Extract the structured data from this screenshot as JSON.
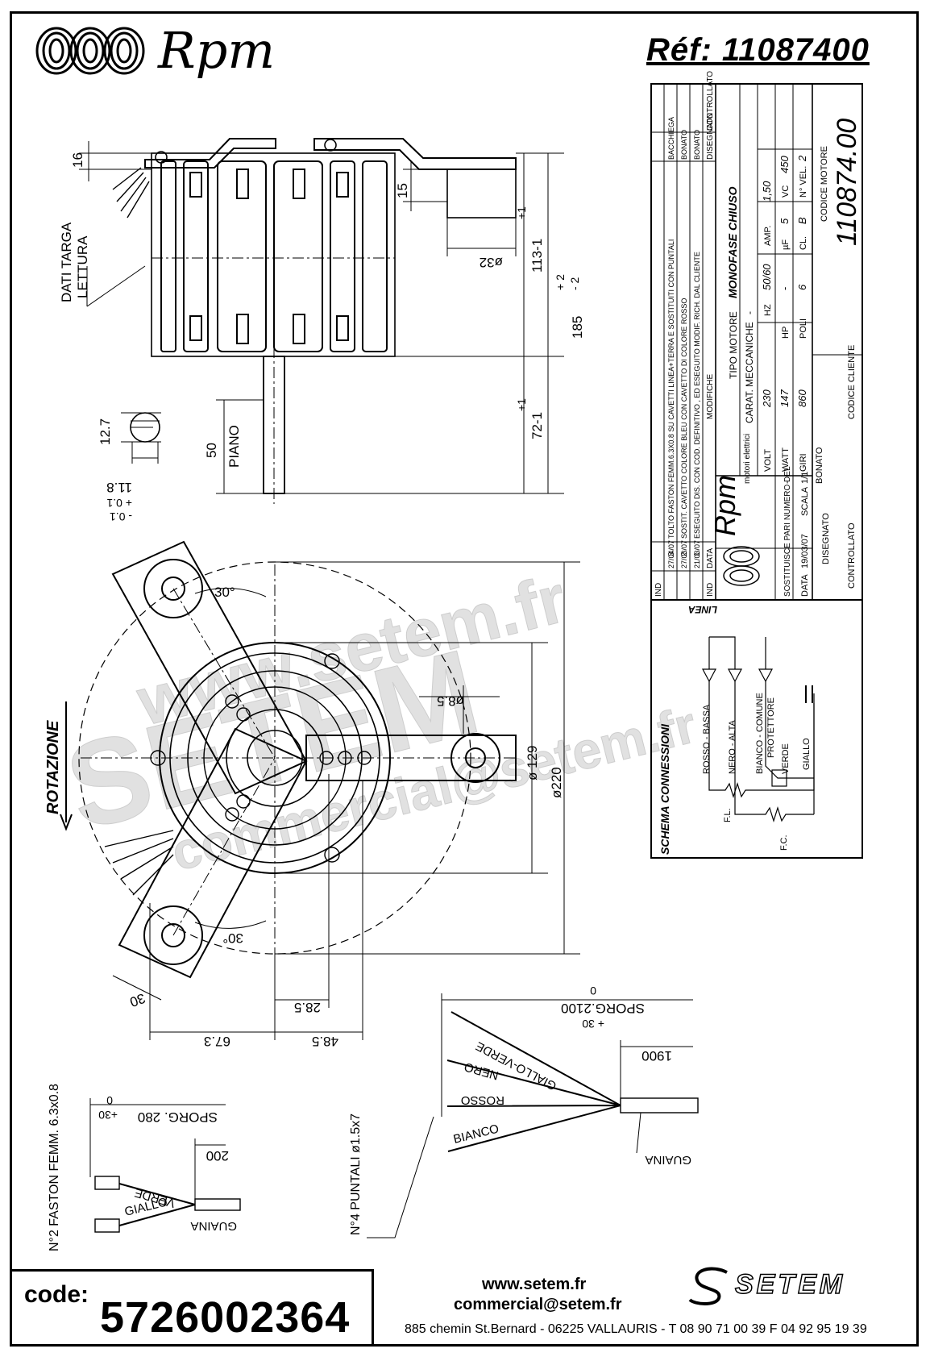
{
  "header": {
    "brand": "Rpm",
    "reference": "Réf:  11087400"
  },
  "drawing": {
    "side_view": {
      "dim_16": "16",
      "dim_15": "15",
      "dim_32": "ø32",
      "dati_targa": "DATI TARGA",
      "lettura": "LETTURA",
      "dim_113": "113-1",
      "dim_113_tol": "+1",
      "dim_185": "185",
      "dim_185_tol_plus": "+ 2",
      "dim_185_tol_minus": "- 2",
      "dim_72": "72-1",
      "dim_72_tol": "+1",
      "dim_12_7": "12.7",
      "dim_11_8": "11.8",
      "dim_11_8_tol_plus": "+ 0.1",
      "dim_11_8_tol_minus": "- 0.1",
      "dim_50": "50",
      "piano": "PIANO"
    },
    "front_view": {
      "rotazione": "ROTAZIONE",
      "angle_top": "30°",
      "angle_bottom": "30°",
      "dim_8_5": "ø8.5",
      "dim_129": "ø 129",
      "dim_220": "ø220",
      "dim_30": "30",
      "dim_28_5": "28.5",
      "dim_67_3": "67.3",
      "dim_48_5": "48.5"
    },
    "cable_main": {
      "sporg": "SPORG.2100",
      "sporg_tol_plus": "+ 30",
      "sporg_tol_zero": "0",
      "len_1900": "1900",
      "wire_gv": "GIALLO-VERDE",
      "wire_nero": "NERO",
      "wire_rosso": "ROSSO",
      "wire_bianco": "BIANCO",
      "guaina": "GUAINA",
      "puntali": "N°4 PUNTALI ø1.5x7"
    },
    "cable_small": {
      "fastons": "N°2 FASTON FEMM. 6.3x0.8",
      "sporg": "SPORG. 280",
      "sporg_tol_plus": "+30",
      "sporg_tol_zero": "0",
      "len_200": "200",
      "wire_verde": "VERDE",
      "wire_giallo": "GIALLO",
      "guaina": "GUAINA"
    }
  },
  "title_block": {
    "revisions_header": [
      "IND",
      "DATA",
      "MODIFICHE",
      "DISEGNATO",
      "CONTROLLATO"
    ],
    "revisions": [
      {
        "ind": "3",
        "data": "27/04/07",
        "modifica": "TOLTO FASTON FEMM.6.3X0.8 SU CAVETTI LINEA+TERRA E SOSTITUITI CON PUNTALI",
        "disegnato": "BACCHIEGA",
        "controllato": ""
      },
      {
        "ind": "2",
        "data": "27/03/07",
        "modifica": "SOSTIT. CAVETTO COLORE BLEU CON CAVETTO DI COLORE ROSSO",
        "disegnato": "BONATO",
        "controllato": ""
      },
      {
        "ind": "1",
        "data": "21/03/07",
        "modifica": "ESEGUITO DIS. CON COD. DEFINITIVO , ED ESEGUITO MODIF. RICH. DAL CLIENTE",
        "disegnato": "BONATO",
        "controllato": ""
      }
    ],
    "company_sub": "motori elettrici",
    "tipo_motore_label": "TIPO MOTORE",
    "tipo_motore_value": "MONOFASE CHIUSO",
    "carat_label": "CARAT. MECCANICHE",
    "carat_value": "-",
    "specs": [
      {
        "label": "VOLT",
        "value": "230",
        "label2": "HZ",
        "value2": "50/60",
        "label3": "AMP.",
        "value3": "1,50"
      },
      {
        "label": "WATT",
        "value": "147",
        "label2": "HP",
        "value2": "-",
        "label3": "µF",
        "value3": "5",
        "label4": "VC",
        "value4": "450"
      },
      {
        "label": "GIRI",
        "value": "860",
        "label2": "POLI",
        "value2": "6",
        "label3": "CL.",
        "value3": "B",
        "label4": "N° VEL.",
        "value4": "2"
      }
    ],
    "sostituisce_label": "SOSTITUISCE PARI NUMERO DEL",
    "sostituisce_value": "-",
    "data_label": "DATA",
    "data_value": "19/03/07",
    "scala_label": "SCALA",
    "scala_value": "1/1",
    "disegnato_label": "DISEGNATO",
    "disegnato_value": "BONATO",
    "controllato_label": "CONTROLLATO",
    "codice_cliente_label": "CODICE CLIENTE",
    "codice_motore_label": "CODICE MOTORE",
    "codice_motore_value": "110874.00"
  },
  "schema": {
    "title": "SCHEMA CONNESSIONI",
    "linea": "LINEA",
    "rosso_bassa": "ROSSO - BASSA",
    "nero_alta": "NERO - ALTA",
    "bianco_comune": "BIANCO - COMUNE",
    "protettore": "PROTETTORE",
    "verde": "VERDE",
    "giallo": "GIALLO",
    "fl": "F.L.",
    "fc": "F.C."
  },
  "watermark": {
    "line1": "www.setem.fr",
    "line2": "SETEM",
    "line3": "commercial@setem.fr"
  },
  "code_box": {
    "label": "code:",
    "value": "5726002364"
  },
  "footer": {
    "website": "www.setem.fr",
    "email": "commercial@setem.fr",
    "logo": "SETEM",
    "address": "885 chemin St.Bernard  -  06225 VALLAURIS  -  T 08 90 71 00 39   F 04 92 95 19 39"
  }
}
